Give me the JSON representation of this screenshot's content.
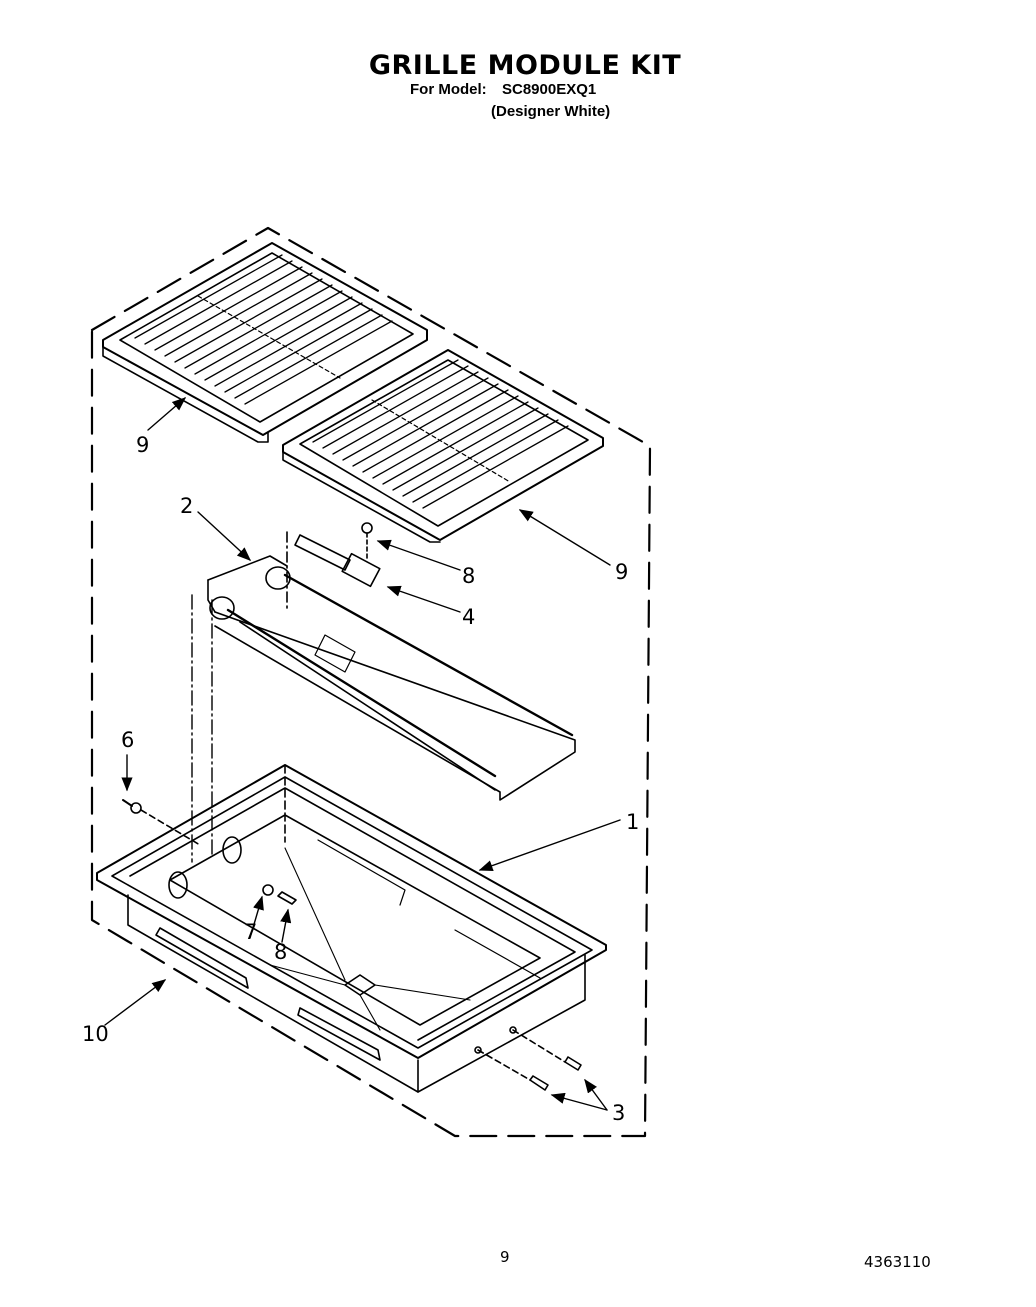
{
  "header": {
    "title": "GRILLE MODULE KIT",
    "model_label": "For Model:",
    "model_number": "SC8900EXQ1",
    "variant": "(Designer White)"
  },
  "callouts": [
    {
      "id": "9a",
      "label": "9",
      "part": "grille-left"
    },
    {
      "id": "9b",
      "label": "9",
      "part": "grille-right"
    },
    {
      "id": "2",
      "label": "2",
      "part": "element-bracket"
    },
    {
      "id": "8a",
      "label": "8",
      "part": "screw-top"
    },
    {
      "id": "4",
      "label": "4",
      "part": "heating-element-terminal"
    },
    {
      "id": "6",
      "label": "6",
      "part": "nut"
    },
    {
      "id": "1",
      "label": "1",
      "part": "pan"
    },
    {
      "id": "7",
      "label": "7",
      "part": "washer"
    },
    {
      "id": "8b",
      "label": "8",
      "part": "screw-bottom"
    },
    {
      "id": "10",
      "label": "10",
      "part": "housing"
    },
    {
      "id": "3",
      "label": "3",
      "part": "screws-side"
    }
  ],
  "footer": {
    "page_number": "9",
    "document_number": "4363110"
  }
}
